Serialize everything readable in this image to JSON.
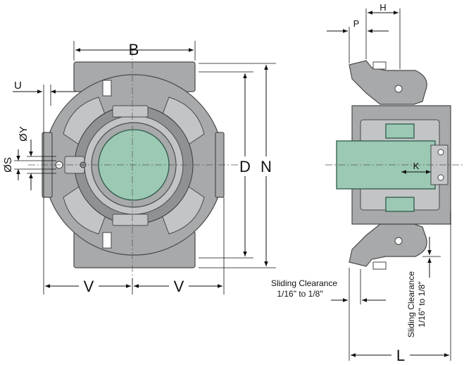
{
  "labels": {
    "B": "B",
    "U": "U",
    "Y": "ØY",
    "S": "ØS",
    "D": "D",
    "N": "N",
    "V_left": "V",
    "V_right": "V",
    "P": "P",
    "H": "H",
    "K": "K",
    "L": "L"
  },
  "notes": {
    "sliding_bottom_line1": "Sliding Clearance",
    "sliding_bottom_line2": "1/16\" to 1/8\"",
    "sliding_vertical_line1": "Sliding Clearance",
    "sliding_vertical_line2": "1/16\" to 1/8\""
  },
  "colors": {
    "housing": "#a7a9ab",
    "shaft": "#9cc9b4",
    "insert": "#c2c4c6"
  }
}
